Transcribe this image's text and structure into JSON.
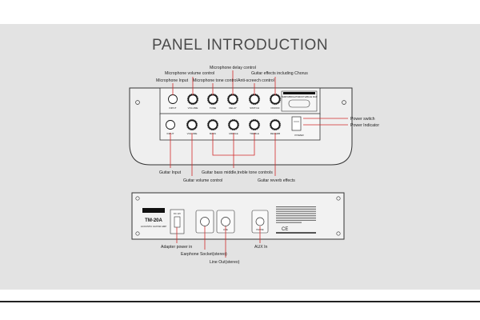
{
  "title": "PANEL INTRODUCTION",
  "front_panel": {
    "top_row_labels": [
      "INPUT",
      "VOLUME",
      "TONE",
      "DELAY",
      "SWITCH",
      "ON/OFF"
    ],
    "bottom_row_labels": [
      "INPUT",
      "VOLUME",
      "BASS",
      "MIDDLE",
      "TREBLE",
      "REVERB"
    ],
    "effects_box_text": "TEMPO/BRIGHTSMOOTH/BLUE MAP",
    "power_label": "POWER"
  },
  "back_panel": {
    "model": "TM-20A",
    "subtitle": "ACOUSTIC GUITAR AMP",
    "jack_labels": [
      "DC 12V",
      "",
      "LINE",
      "PHONE"
    ],
    "ce_mark": "CE"
  },
  "callouts": {
    "mic_delay": "Microphone delay control",
    "mic_volume": "Microphone volume control",
    "mic_input": "Microphone Input",
    "mic_tone": "Microphone tone control",
    "guitar_effects": "Guitar effects including Chorus",
    "anti_screech": "Anti-screech control",
    "power_switch": "Power switch",
    "power_indicator": "Power Indicator",
    "guitar_input": "Guitar Input",
    "guitar_bmt": "Guitar bass middle,treble tone controls",
    "guitar_volume": "Guitar volume control",
    "guitar_reverb": "Guitar reverb effects",
    "adapter": "Adapter power in",
    "earphone": "Earphone Socket(stereo)",
    "line_out": "Line Out(stereo)",
    "aux_in": "AUX In"
  },
  "colors": {
    "leader": "#d22b2b",
    "background": "#e3e3e3",
    "panel_outline": "#333333"
  }
}
